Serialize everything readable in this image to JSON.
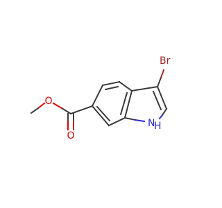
{
  "molecule": {
    "atoms": {
      "bromine": "Br",
      "nitrogen": "N",
      "hydrogen": "H",
      "carbonyl_oxygen": "O",
      "ester_oxygen": "O"
    }
  },
  "colors": {
    "bond": "#3a3a3a",
    "bromine": "#a52a2a",
    "nitrogen": "#2b2bd6",
    "oxygen": "#e00000",
    "background": "#ffffff"
  }
}
